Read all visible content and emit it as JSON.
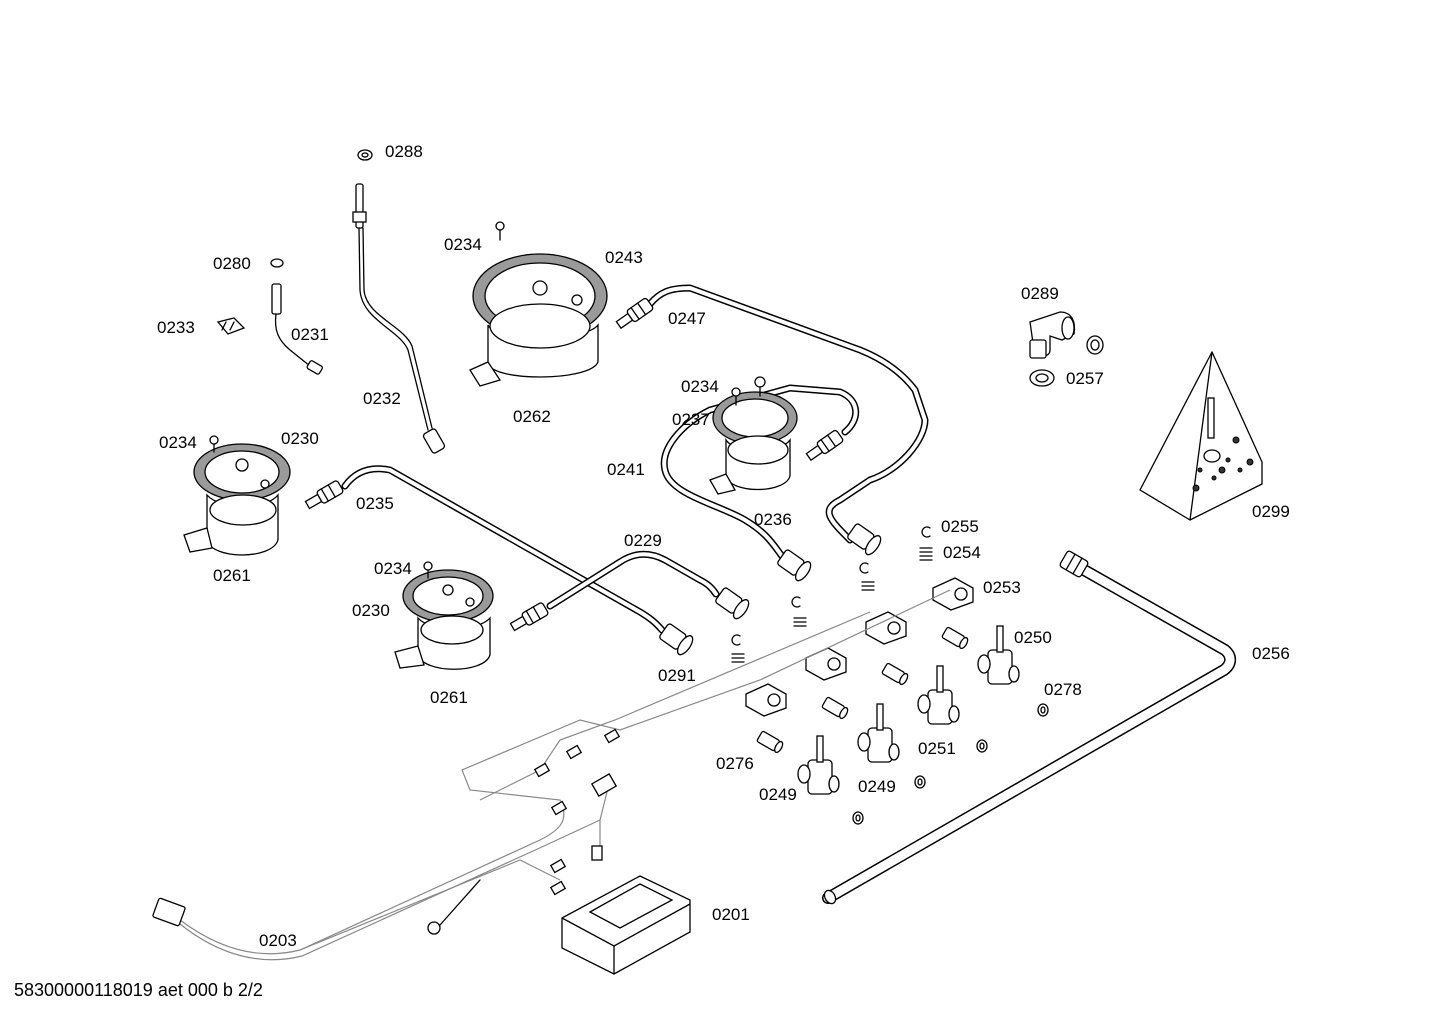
{
  "labels": [
    {
      "id": "l0288",
      "text": "0288"
    },
    {
      "id": "l0234a",
      "text": "0234"
    },
    {
      "id": "l0243",
      "text": "0243"
    },
    {
      "id": "l0280",
      "text": "0280"
    },
    {
      "id": "l0289",
      "text": "0289"
    },
    {
      "id": "l0233",
      "text": "0233"
    },
    {
      "id": "l0231",
      "text": "0231"
    },
    {
      "id": "l0247",
      "text": "0247"
    },
    {
      "id": "l0257",
      "text": "0257"
    },
    {
      "id": "l0234b",
      "text": "0234"
    },
    {
      "id": "l0232",
      "text": "0232"
    },
    {
      "id": "l0262",
      "text": "0262"
    },
    {
      "id": "l0237",
      "text": "0237"
    },
    {
      "id": "l0234c",
      "text": "0234"
    },
    {
      "id": "l0230a",
      "text": "0230"
    },
    {
      "id": "l0241",
      "text": "0241"
    },
    {
      "id": "l0235",
      "text": "0235"
    },
    {
      "id": "l0299",
      "text": "0299"
    },
    {
      "id": "l0236",
      "text": "0236"
    },
    {
      "id": "l0255",
      "text": "0255"
    },
    {
      "id": "l0229",
      "text": "0229"
    },
    {
      "id": "l0254",
      "text": "0254"
    },
    {
      "id": "l0261a",
      "text": "0261"
    },
    {
      "id": "l0234d",
      "text": "0234"
    },
    {
      "id": "l0253",
      "text": "0253"
    },
    {
      "id": "l0230b",
      "text": "0230"
    },
    {
      "id": "l0250",
      "text": "0250"
    },
    {
      "id": "l0256",
      "text": "0256"
    },
    {
      "id": "l0291",
      "text": "0291"
    },
    {
      "id": "l0261b",
      "text": "0261"
    },
    {
      "id": "l0278",
      "text": "0278"
    },
    {
      "id": "l0251",
      "text": "0251"
    },
    {
      "id": "l0276",
      "text": "0276"
    },
    {
      "id": "l0249a",
      "text": "0249"
    },
    {
      "id": "l0249b",
      "text": "0249"
    },
    {
      "id": "l0201",
      "text": "0201"
    },
    {
      "id": "l0203",
      "text": "0203"
    }
  ],
  "footer": "58300000118019 aet 000 b 2/2"
}
